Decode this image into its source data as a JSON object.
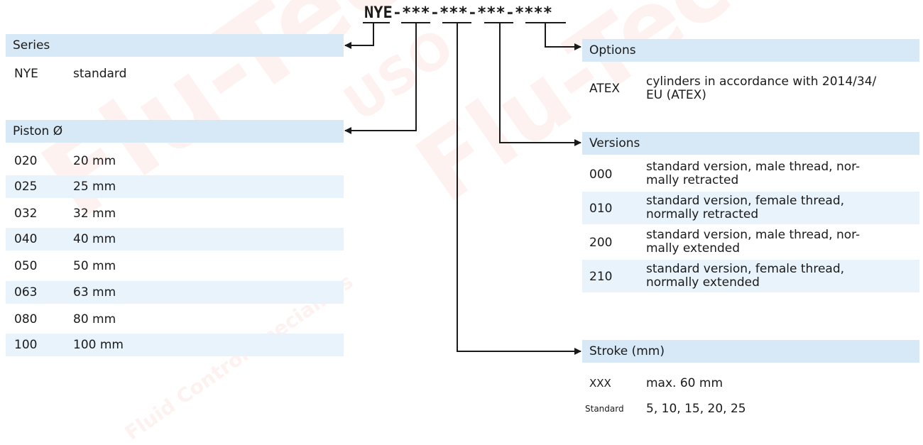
{
  "code": {
    "segments": [
      "NYE",
      "-",
      "***",
      "-",
      "***",
      "-",
      "***",
      "-",
      "****"
    ]
  },
  "series": {
    "title": "Series",
    "rows": [
      {
        "code": "NYE",
        "value": "standard"
      }
    ]
  },
  "piston": {
    "title": "Piston Ø",
    "rows": [
      {
        "code": "020",
        "value": "20 mm"
      },
      {
        "code": "025",
        "value": "25 mm"
      },
      {
        "code": "032",
        "value": "32 mm"
      },
      {
        "code": "040",
        "value": "40 mm"
      },
      {
        "code": "050",
        "value": "50 mm"
      },
      {
        "code": "063",
        "value": "63 mm"
      },
      {
        "code": "080",
        "value": "80 mm"
      },
      {
        "code": "100",
        "value": "100 mm"
      }
    ]
  },
  "options": {
    "title": "Options",
    "rows": [
      {
        "code": "ATEX",
        "line1": "cylinders in accordance with 2014/34/",
        "line2": "EU (ATEX)"
      }
    ]
  },
  "versions": {
    "title": "Versions",
    "rows": [
      {
        "code": "000",
        "line1": "standard version, male thread, nor-",
        "line2": "mally retracted"
      },
      {
        "code": "010",
        "line1": "standard version, female thread,",
        "line2": "normally retracted"
      },
      {
        "code": "200",
        "line1": "standard version, male thread, nor-",
        "line2": "mally extended"
      },
      {
        "code": "210",
        "line1": "standard version, female thread,",
        "line2": "normally extended"
      }
    ]
  },
  "stroke": {
    "title": "Stroke (mm)",
    "rows": [
      {
        "code": "XXX",
        "value": "max. 60 mm"
      },
      {
        "code": "Standard",
        "value": "5, 10, 15, 20, 25"
      }
    ]
  },
  "watermark": {
    "brand": "Flu-Tech",
    "tagline": "Fluid Control Specialists",
    "site": "USO"
  },
  "colors": {
    "header_bg": "#d7e9f7",
    "row_shade": "#e9f3fb",
    "line": "#1a1a1a"
  }
}
